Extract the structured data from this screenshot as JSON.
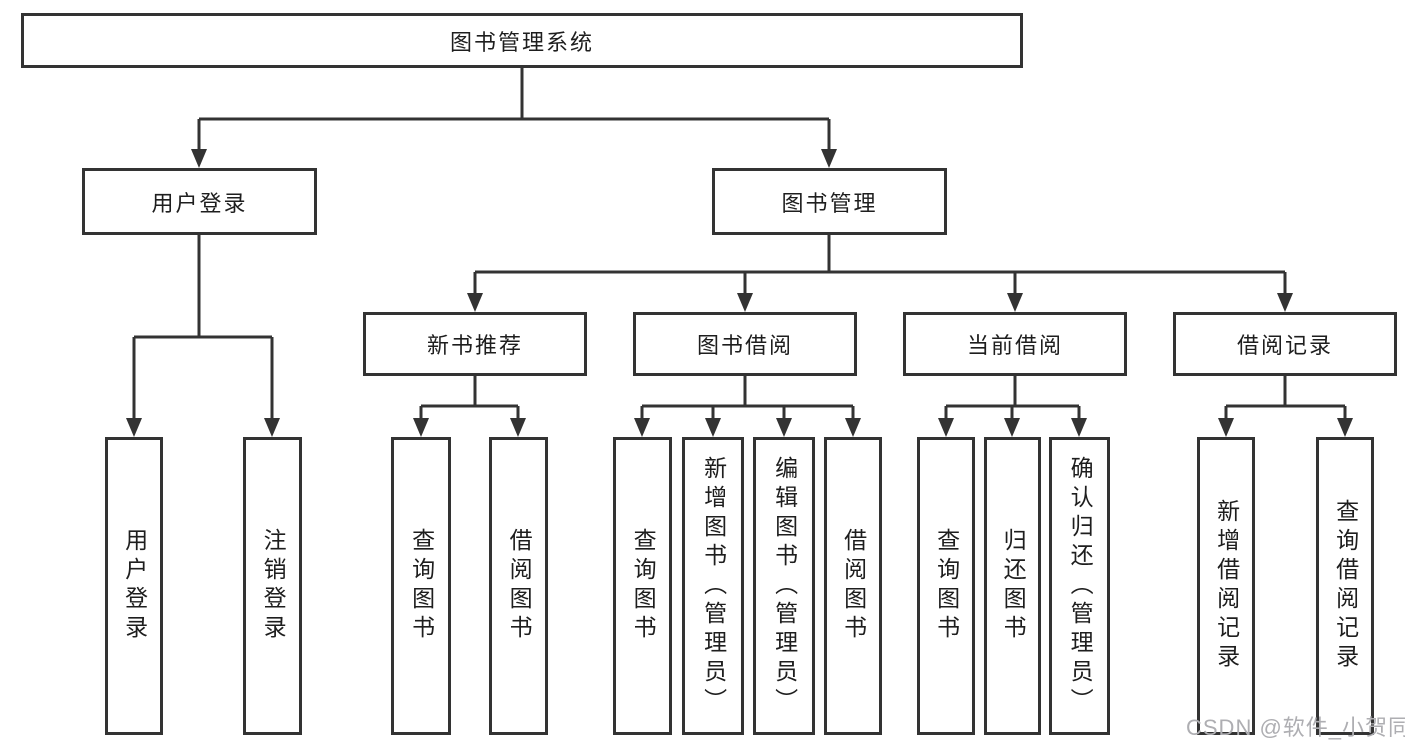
{
  "tree": {
    "label": "图书管理系统",
    "children": [
      {
        "label": "用户登录",
        "children": [
          {
            "label": "用户登录"
          },
          {
            "label": "注销登录"
          }
        ]
      },
      {
        "label": "图书管理",
        "children": [
          {
            "label": "新书推荐",
            "children": [
              {
                "label": "查询图书"
              },
              {
                "label": "借阅图书"
              }
            ]
          },
          {
            "label": "图书借阅",
            "children": [
              {
                "label": "查询图书"
              },
              {
                "label": "新增图书（管理员）"
              },
              {
                "label": "编辑图书（管理员）"
              },
              {
                "label": "借阅图书"
              }
            ]
          },
          {
            "label": "当前借阅",
            "children": [
              {
                "label": "查询图书"
              },
              {
                "label": "归还图书"
              },
              {
                "label": "确认归还（管理员）"
              }
            ]
          },
          {
            "label": "借阅记录",
            "children": [
              {
                "label": "新增借阅记录"
              },
              {
                "label": "查询借阅记录"
              }
            ]
          }
        ]
      }
    ]
  },
  "watermark": {
    "text": "CSDN @软件_小贺同学"
  },
  "colors": {
    "line": "#333333",
    "box_border": "#333333",
    "box_fill": "#ffffff",
    "text": "#1e1e1e",
    "watermark": "#aeaeb2",
    "background": "#ffffff"
  }
}
